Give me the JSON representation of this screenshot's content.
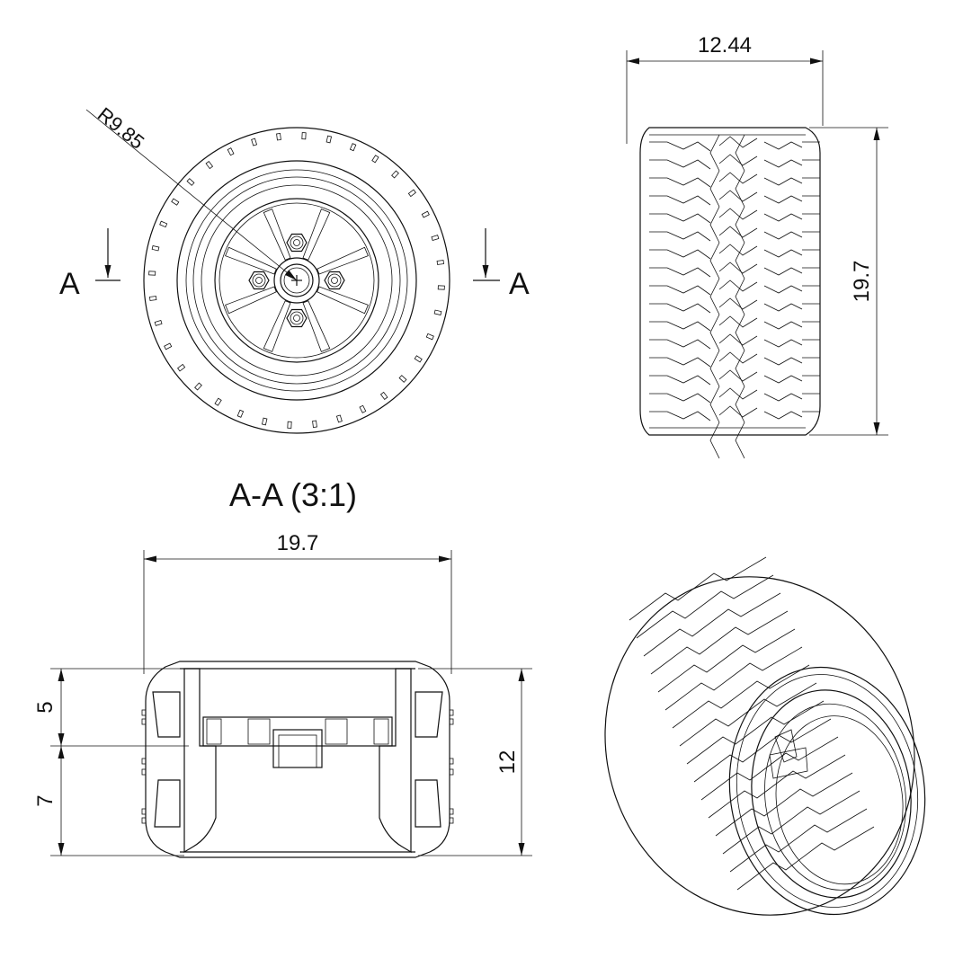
{
  "front_view": {
    "radius_label": "R9.85",
    "section_marker_left": "A",
    "section_marker_right": "A"
  },
  "side_view": {
    "width_label": "12.44",
    "height_label": "19.7"
  },
  "section_view": {
    "title": "A-A (3:1)",
    "width_label": "19.7",
    "upper_height_label": "5",
    "lower_height_label": "7",
    "total_height_label": "12"
  },
  "isometric_view": {}
}
